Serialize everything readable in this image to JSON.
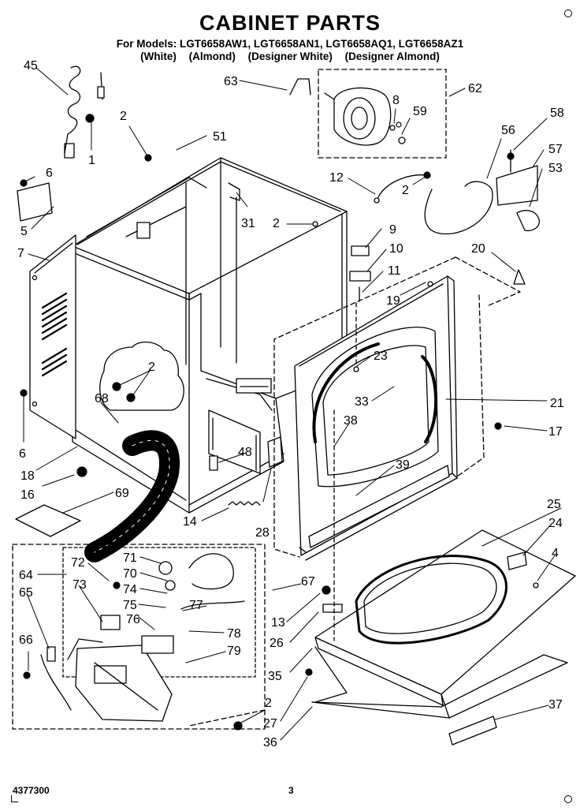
{
  "header": {
    "title": "CABINET PARTS",
    "models_line": "For Models: LGT6658AW1, LGT6658AN1, LGT6658AQ1, LGT6658AZ1",
    "variants": [
      "(White)",
      "(Almond)",
      "(Designer White)",
      "(Designer Almond)"
    ]
  },
  "footer": {
    "doc_number": "4377300",
    "page_number": "3"
  },
  "callouts": {
    "c45": "45",
    "c2_a": "2",
    "c1": "1",
    "c51": "51",
    "c63": "63",
    "c62": "62",
    "c8": "8",
    "c59": "59",
    "c56": "56",
    "c58": "58",
    "c6_a": "6",
    "c5": "5",
    "c7": "7",
    "c31": "31",
    "c12": "12",
    "c2_b": "2",
    "c57": "57",
    "c53": "53",
    "c2_c": "2",
    "c9": "9",
    "c10": "10",
    "c11": "11",
    "c20": "20",
    "c19": "19",
    "c23": "23",
    "c2_d": "2",
    "c21": "21",
    "c33": "33",
    "c68": "68",
    "c6_b": "6",
    "c38": "38",
    "c17": "17",
    "c18": "18",
    "c48": "48",
    "c39": "39",
    "c16": "16",
    "c69": "69",
    "c14": "14",
    "c28": "28",
    "c25": "25",
    "c24": "24",
    "c4": "4",
    "c71": "71",
    "c72": "72",
    "c64": "64",
    "c70": "70",
    "c73": "73",
    "c74": "74",
    "c67": "67",
    "c75": "75",
    "c77": "77",
    "c65": "65",
    "c76": "76",
    "c13": "13",
    "c78": "78",
    "c26": "26",
    "c66": "66",
    "c79": "79",
    "c35": "35",
    "c2_e": "2",
    "c37": "37",
    "c27": "27",
    "c36": "36"
  },
  "colors": {
    "ink": "#000000",
    "paper": "#ffffff"
  }
}
